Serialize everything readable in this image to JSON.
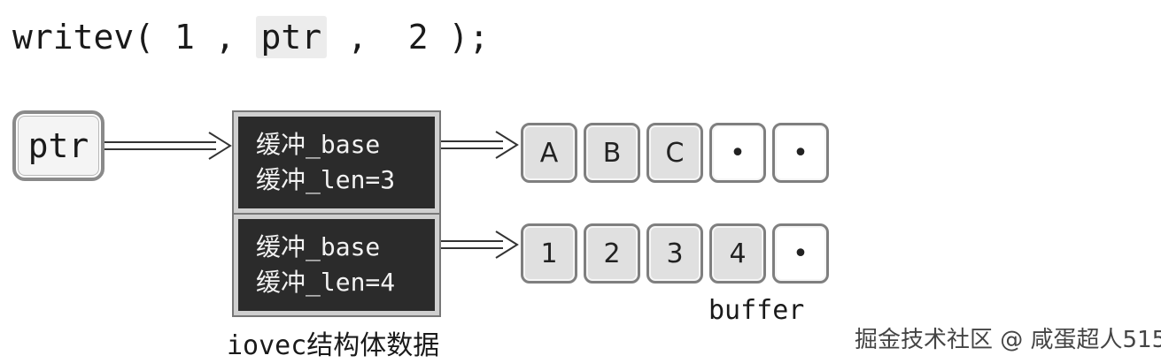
{
  "code": {
    "prefix": "writev( 1 , ",
    "highlight": "ptr",
    "suffix": " ,  2 );"
  },
  "pointer": {
    "label": "ptr"
  },
  "iovecs": [
    {
      "base_label": "缓冲_base",
      "len_label": "缓冲_len=3"
    },
    {
      "base_label": "缓冲_base",
      "len_label": "缓冲_len=4"
    }
  ],
  "buffers": [
    [
      "A",
      "B",
      "C",
      "•",
      "•"
    ],
    [
      "1",
      "2",
      "3",
      "4",
      "•"
    ]
  ],
  "labels": {
    "buffer": "buffer",
    "iovec": "iovec结构体数据"
  },
  "watermark": "掘金技术社区 @ 咸蛋超人515",
  "colors": {
    "iovec_fill": "#2b2b2b",
    "cell_fill": "#e0e0e0",
    "arrow": "#333333"
  }
}
